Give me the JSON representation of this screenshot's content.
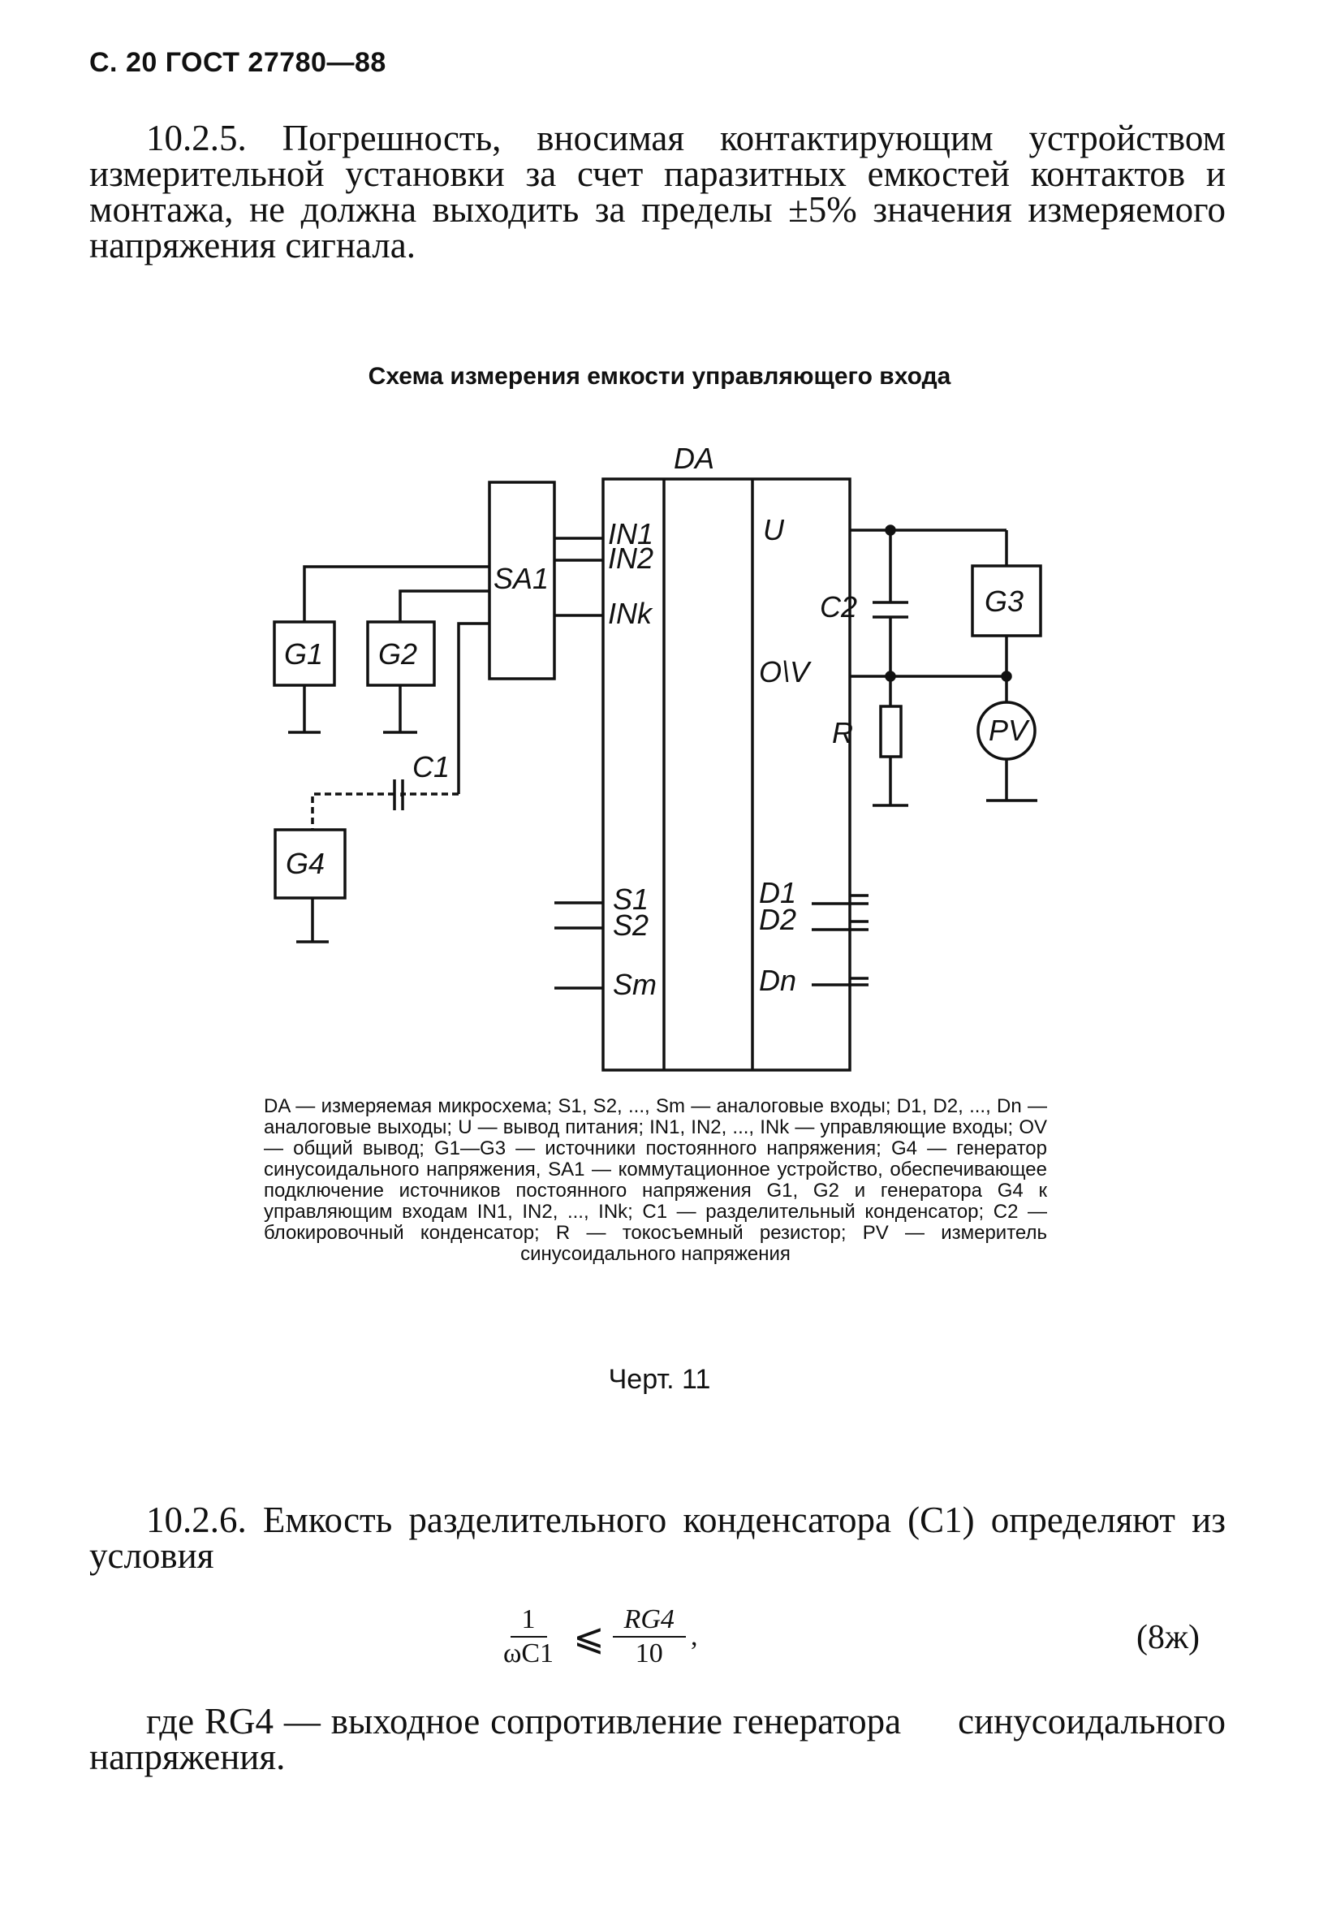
{
  "header": "С. 20 ГОСТ 27780—88",
  "paragraph_1": "10.2.5. Погрешность, вносимая контактирующим устройством измерительной установки за счет паразитных емкостей контактов и монтажа, не должна выходить за пределы ±5% значения измеряемого напряжения сигнала.",
  "figure": {
    "title": "Схема измерения емкости управляющего входа",
    "labels": {
      "DA": "DA",
      "SA1": "SA1",
      "IN1": "IN1",
      "IN2": "IN2",
      "INk": "INk",
      "U": "U",
      "OV": "O\\V",
      "C2": "C2",
      "G3": "G3",
      "R": "R",
      "PV": "PV",
      "G1": "G1",
      "G2": "G2",
      "C1": "C1",
      "G4": "G4",
      "S1": "S1",
      "S2": "S2",
      "Sm": "Sm",
      "D1": "D1",
      "D2": "D2",
      "Dn": "Dn"
    },
    "legend": "DA — измеряемая микросхема; S1, S2, ..., Sm — аналоговые входы; D1, D2, ..., Dn — аналоговые выходы; U — вывод питания; IN1, IN2, ..., INk — управляющие входы; OV — общий вывод; G1—G3 — источники постоянного напряжения; G4 — генератор синусоидального напряжения, SA1 — коммутационное устройство, обеспечивающее подключение источников постоянного напряжения G1, G2 и генератора G4 к управляющим входам IN1, IN2, ..., INk; C1 — разделительный конденсатор; C2 — блокировочный конденсатор; R — токосъемный резистор; PV — измеритель синусоидального напряжения",
    "caption": "Черт. 11"
  },
  "paragraph_2": "10.2.6. Емкость разделительного конденсатора (C1) определяют из условия",
  "formula": {
    "num_left": "1",
    "den_left": "ωC1",
    "relation": "⩽",
    "num_right": "RG4",
    "den_right": "10",
    "comma": ",",
    "number": "(8ж)"
  },
  "paragraph_3_part1": "где RG4 — выходное сопротивление генератора",
  "paragraph_3_part2": "синусоидального напряжения."
}
